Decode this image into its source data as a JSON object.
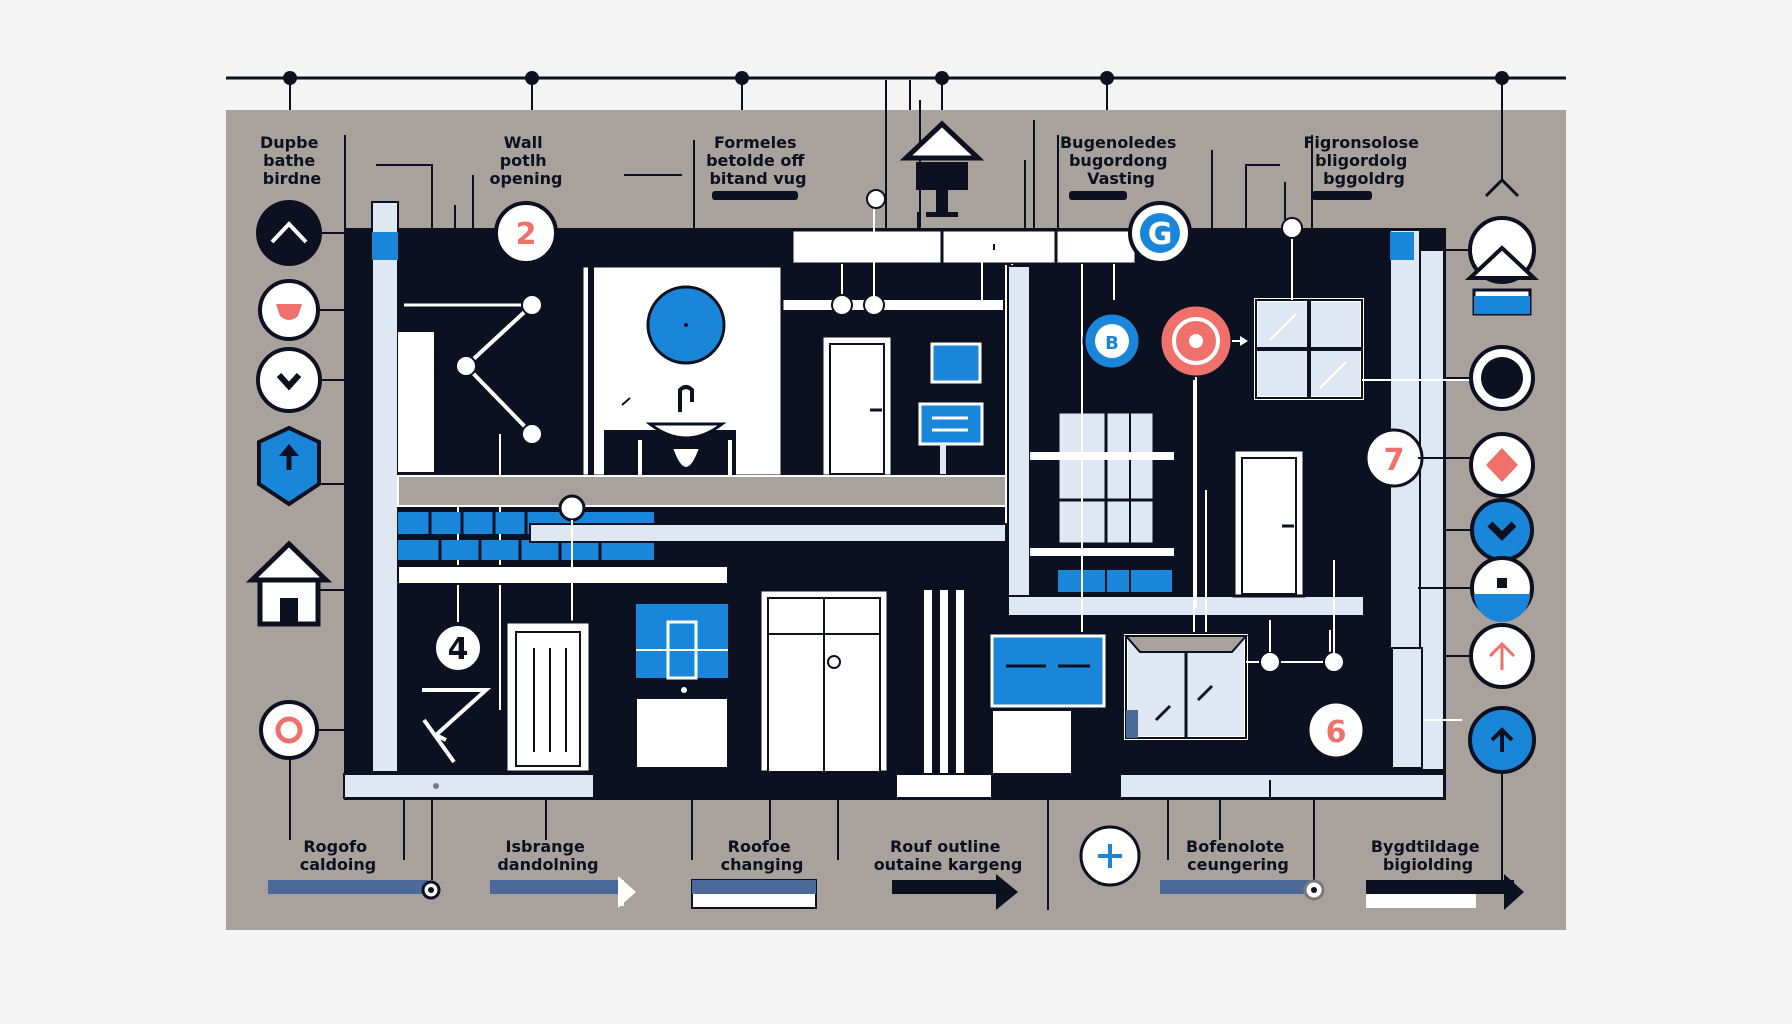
{
  "colors": {
    "background": "#f4f4f4",
    "panel": "#a9a19b",
    "ink": "#0b1120",
    "blue": "#1a86d9",
    "coral": "#f0716c",
    "white": "#ffffff",
    "pale": "#dfe8f2"
  },
  "top_labels": [
    {
      "lines": [
        "Dupbe",
        "bathe",
        "birdne"
      ]
    },
    {
      "lines": [
        "Wall",
        "potlh",
        "opening"
      ]
    },
    {
      "lines": [
        "Formeles",
        "betolde off",
        "bitand vug"
      ]
    },
    {
      "lines": [
        "Bugenoledes",
        "bugordong",
        "Vasting"
      ]
    },
    {
      "lines": [
        "Figronsolose",
        "bligordolg",
        "bggoldrg"
      ]
    }
  ],
  "bottom_labels": [
    {
      "lines": [
        "Rogofo",
        "caldoing"
      ]
    },
    {
      "lines": [
        "Isbrange",
        "dandolning"
      ]
    },
    {
      "lines": [
        "Roofoe",
        "changing"
      ]
    },
    {
      "lines": [
        "Rouf outline",
        "outaine kargeng"
      ]
    },
    {
      "lines": [
        "Bofenolote",
        "ceungering"
      ]
    },
    {
      "lines": [
        "Bygdtildage",
        "bigiolding"
      ]
    }
  ],
  "markers": {
    "m2": "2",
    "m4": "4",
    "m6": "6",
    "m7": "7",
    "m_g": "G",
    "m_b": "B"
  },
  "icons": {
    "left": [
      "chevron-up-icon",
      "red-dot-icon",
      "chevron-down-icon",
      "arrow-up-shield-icon",
      "home-icon",
      "target-icon"
    ],
    "right": [
      "chevron-up-icon",
      "home-icon",
      "black-dot-icon",
      "red-diamond-icon",
      "chevron-down-icon",
      "stop-icon",
      "arrow-up-icon",
      "arrow-up-icon"
    ],
    "bottom": [
      "plus-icon"
    ]
  }
}
